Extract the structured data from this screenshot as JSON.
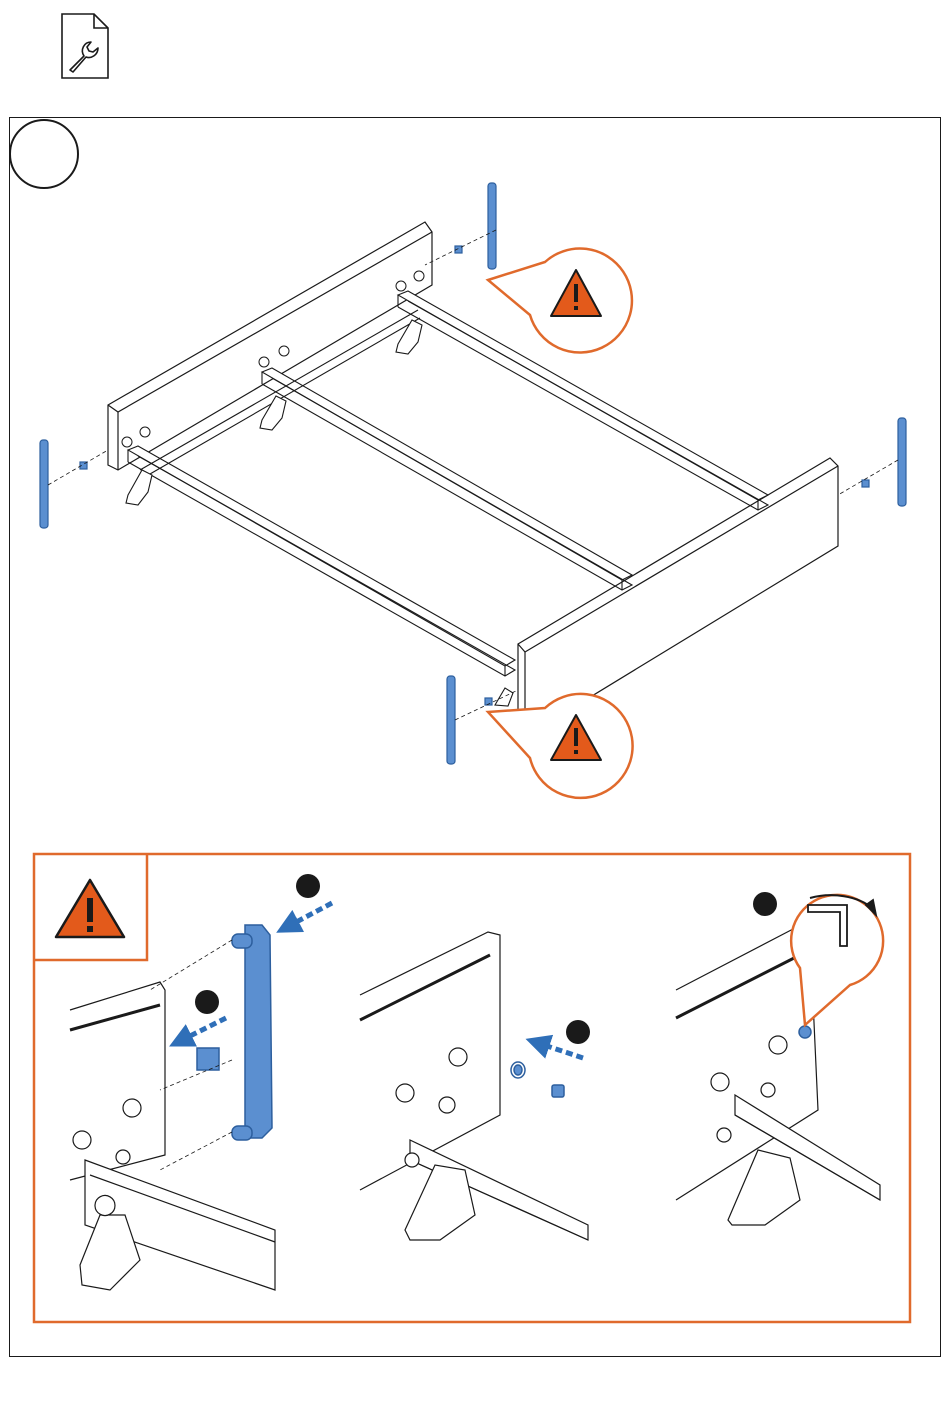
{
  "document": {
    "icon": "service-manual-wrench-icon",
    "step_indicator": "",
    "colors": {
      "line": "#1a1a1a",
      "part_blue": "#5b8fd0",
      "part_blue_dark": "#2d5f9e",
      "warning_orange": "#e35a1b",
      "arrow_blue": "#2f6fb8",
      "detail_border": "#e06a2c"
    }
  },
  "callouts": [
    {
      "icon": "warning-icon",
      "target": "rear-right-clip"
    },
    {
      "icon": "warning-icon",
      "target": "front-left-clip"
    }
  ],
  "detail_panel": {
    "icon": "warning-icon",
    "sub_steps": [
      {
        "marker": "step-dot",
        "arrow": "dashed-arrow-icon",
        "part": "cap-clip"
      },
      {
        "marker": "step-dot",
        "arrow": "dashed-arrow-icon",
        "part": "square-nut"
      },
      {
        "marker": "step-dot",
        "arrow": "dashed-arrow-icon",
        "part": "washer-and-screw"
      },
      {
        "marker": "step-dot",
        "tool": "hex-key-icon",
        "action": "tighten"
      }
    ]
  }
}
